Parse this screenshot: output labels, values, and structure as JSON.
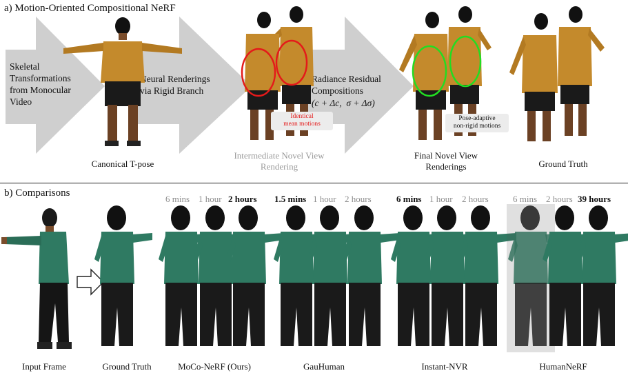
{
  "section_a": {
    "title": "a)  Motion-Oriented Compositional NeRF",
    "arrow1_text": "Skeletal\nTransformations\nfrom Monocular\nVideo",
    "arrow2_text": "Neural Renderings\nvia Rigid Branch",
    "arrow3_text": "Radiance Residual\nCompositions",
    "arrow3_formula": "(c + Δc,  σ + Δσ)",
    "note_identical": "Identical\nmean motions",
    "note_pose": "Pose-adaptive\nnon-rigid motions",
    "caption_tpose": "Canonical T-pose",
    "caption_intermediate": "Intermediate Novel View\nRendering",
    "caption_final": "Final Novel View\nRenderings",
    "caption_gt": "Ground Truth"
  },
  "section_b": {
    "title": "b)  Comparisons",
    "times": {
      "moco": [
        "6 mins",
        "1 hour",
        "2 hours"
      ],
      "gauhuman": [
        "1.5 mins",
        "1 hour",
        "2 hours"
      ],
      "instantnvr": [
        "6 mins",
        "1 hour",
        "2 hours"
      ],
      "humannerf": [
        "6 mins",
        "2 hours",
        "39 hours"
      ]
    },
    "labels": {
      "input": "Input Frame",
      "gt": "Ground Truth",
      "moco": "MoCo-NeRF (Ours)",
      "gauhuman": "GauHuman",
      "instantnvr": "Instant-NVR",
      "humannerf": "HumanNeRF"
    }
  },
  "colors": {
    "arrow": "#cfcfcf",
    "shirt_a": "#c48a2c",
    "shirt_b": "#2f7a62",
    "red_circle": "#e41a1a",
    "green_circle": "#22dd22"
  }
}
